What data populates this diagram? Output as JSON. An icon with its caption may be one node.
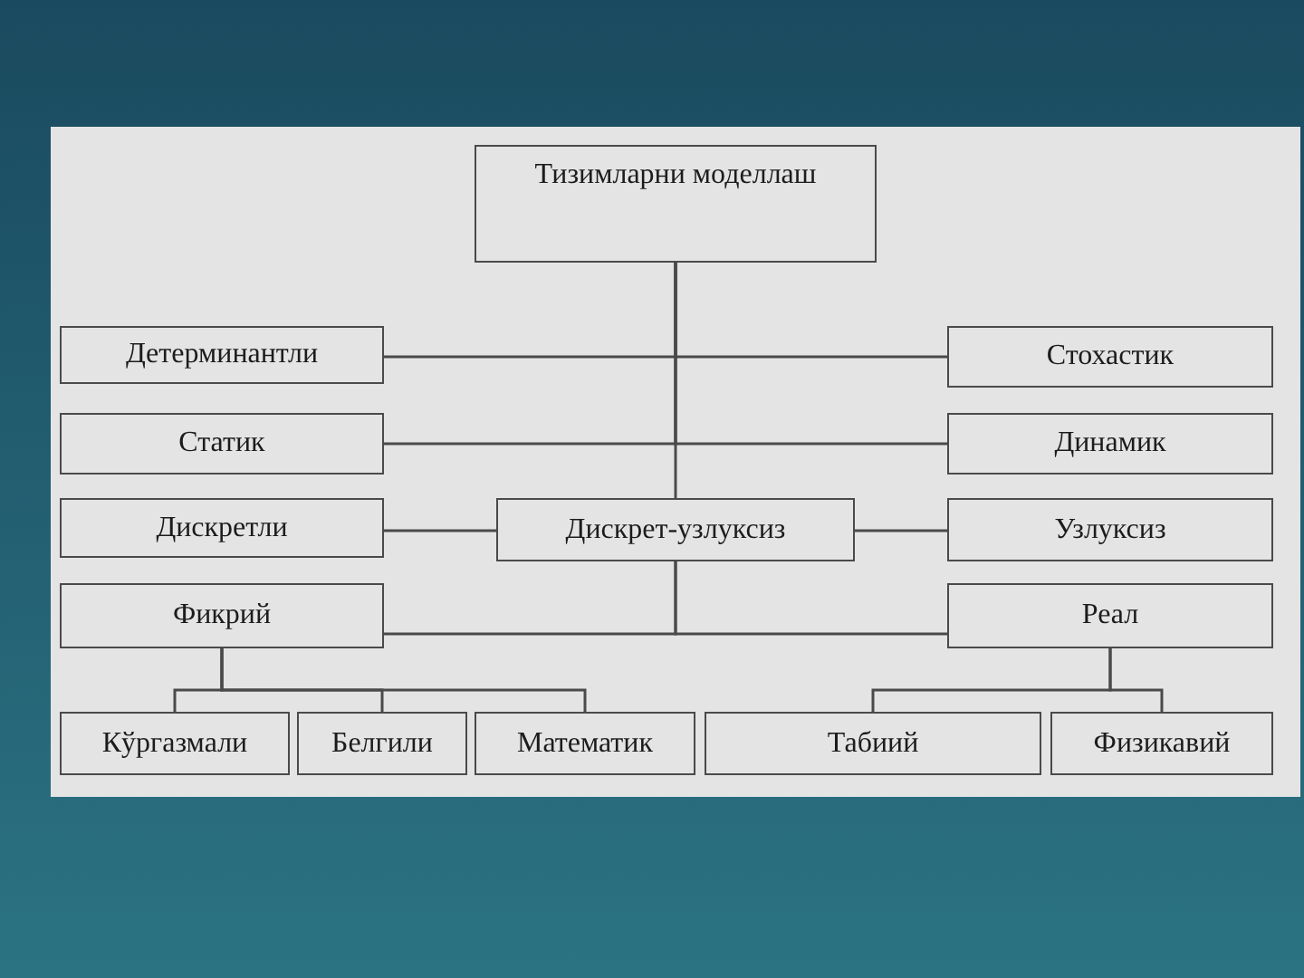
{
  "diagram": {
    "nodes": [
      {
        "text": [
          "Тизимларни моделлаш"
        ]
      },
      {
        "text": [
          "Детерминантли"
        ]
      },
      {
        "text": [
          "Стохастик"
        ]
      },
      {
        "text": [
          "Статик"
        ]
      },
      {
        "text": [
          "Динамик"
        ]
      },
      {
        "text": [
          "Дискретли"
        ]
      },
      {
        "text": [
          "Дискрет-узлуксиз"
        ]
      },
      {
        "text": [
          "Узлуксиз"
        ]
      },
      {
        "text": [
          "Фикрий"
        ]
      },
      {
        "text": [
          "Реал"
        ]
      },
      {
        "text": [
          "Кўргазмали"
        ]
      },
      {
        "text": [
          "Белгили"
        ]
      },
      {
        "text": [
          "Математик"
        ]
      },
      {
        "text": [
          "Табиий"
        ]
      },
      {
        "text": [
          "Физикавий"
        ]
      }
    ],
    "edges": [
      {
        "from": 0,
        "to": 1,
        "arrow": "none"
      },
      {
        "from": 0,
        "to": 2,
        "arrow": "none"
      },
      {
        "from": 0,
        "to": 3,
        "arrow": "none"
      },
      {
        "from": 0,
        "to": 4,
        "arrow": "none"
      },
      {
        "from": 0,
        "to": 6,
        "arrow": "none"
      },
      {
        "from": 6,
        "to": 5,
        "arrow": "none"
      },
      {
        "from": 6,
        "to": 7,
        "arrow": "none"
      },
      {
        "from": 6,
        "to": 8,
        "arrow": "none"
      },
      {
        "from": 6,
        "to": 9,
        "arrow": "none"
      },
      {
        "from": 8,
        "to": 10,
        "arrow": "none"
      },
      {
        "from": 8,
        "to": 11,
        "arrow": "none"
      },
      {
        "from": 8,
        "to": 12,
        "arrow": "none"
      },
      {
        "from": 9,
        "to": 13,
        "arrow": "none"
      },
      {
        "from": 9,
        "to": 14,
        "arrow": "none"
      }
    ]
  }
}
